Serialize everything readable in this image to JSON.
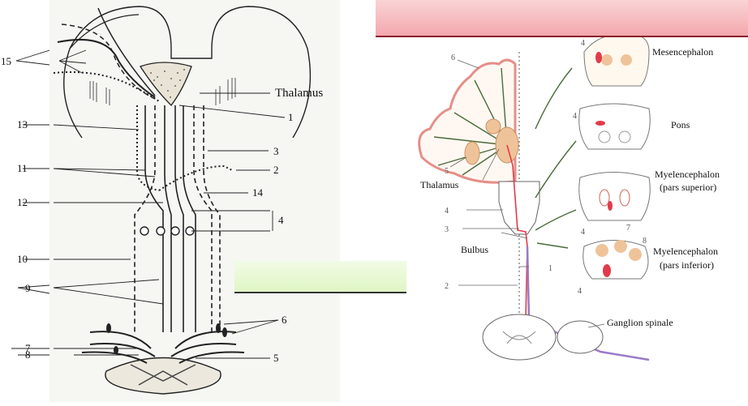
{
  "left_diagram": {
    "labels": {
      "thalamus": "Thalamus",
      "n1": "1",
      "n2": "2",
      "n3": "3",
      "n4": "4",
      "n5": "5",
      "n6": "6",
      "n7": "7",
      "n8": "8",
      "n9": "9",
      "n10": "10",
      "n11": "11",
      "n12": "12",
      "n13": "13",
      "n14": "14",
      "n15": "15"
    }
  },
  "right_diagram": {
    "labels": {
      "mesencephalon": "Mesencephalon",
      "pons": "Pons",
      "myel_sup_1": "Myelencephalon",
      "myel_sup_2": "(pars superior)",
      "myel_inf_1": "Myelencephalon",
      "myel_inf_2": "(pars inferior)",
      "thalamus": "Thalamus",
      "bulbus": "Bulbus",
      "ganglion": "Ganglion spinale",
      "n1": "1",
      "n2": "2",
      "n3": "3",
      "n4": "4",
      "n5": "5",
      "n6": "6",
      "n7": "7",
      "n8": "8"
    },
    "colors": {
      "pathway_red": "#e23a4a",
      "pathway_purple": "#9a7bc8",
      "nucleus_fill": "#efc39a",
      "cortex_edge": "#e58f88"
    }
  },
  "banners": {
    "top_color": "#f4a7ad",
    "middle_color": "#e3f7cc"
  }
}
